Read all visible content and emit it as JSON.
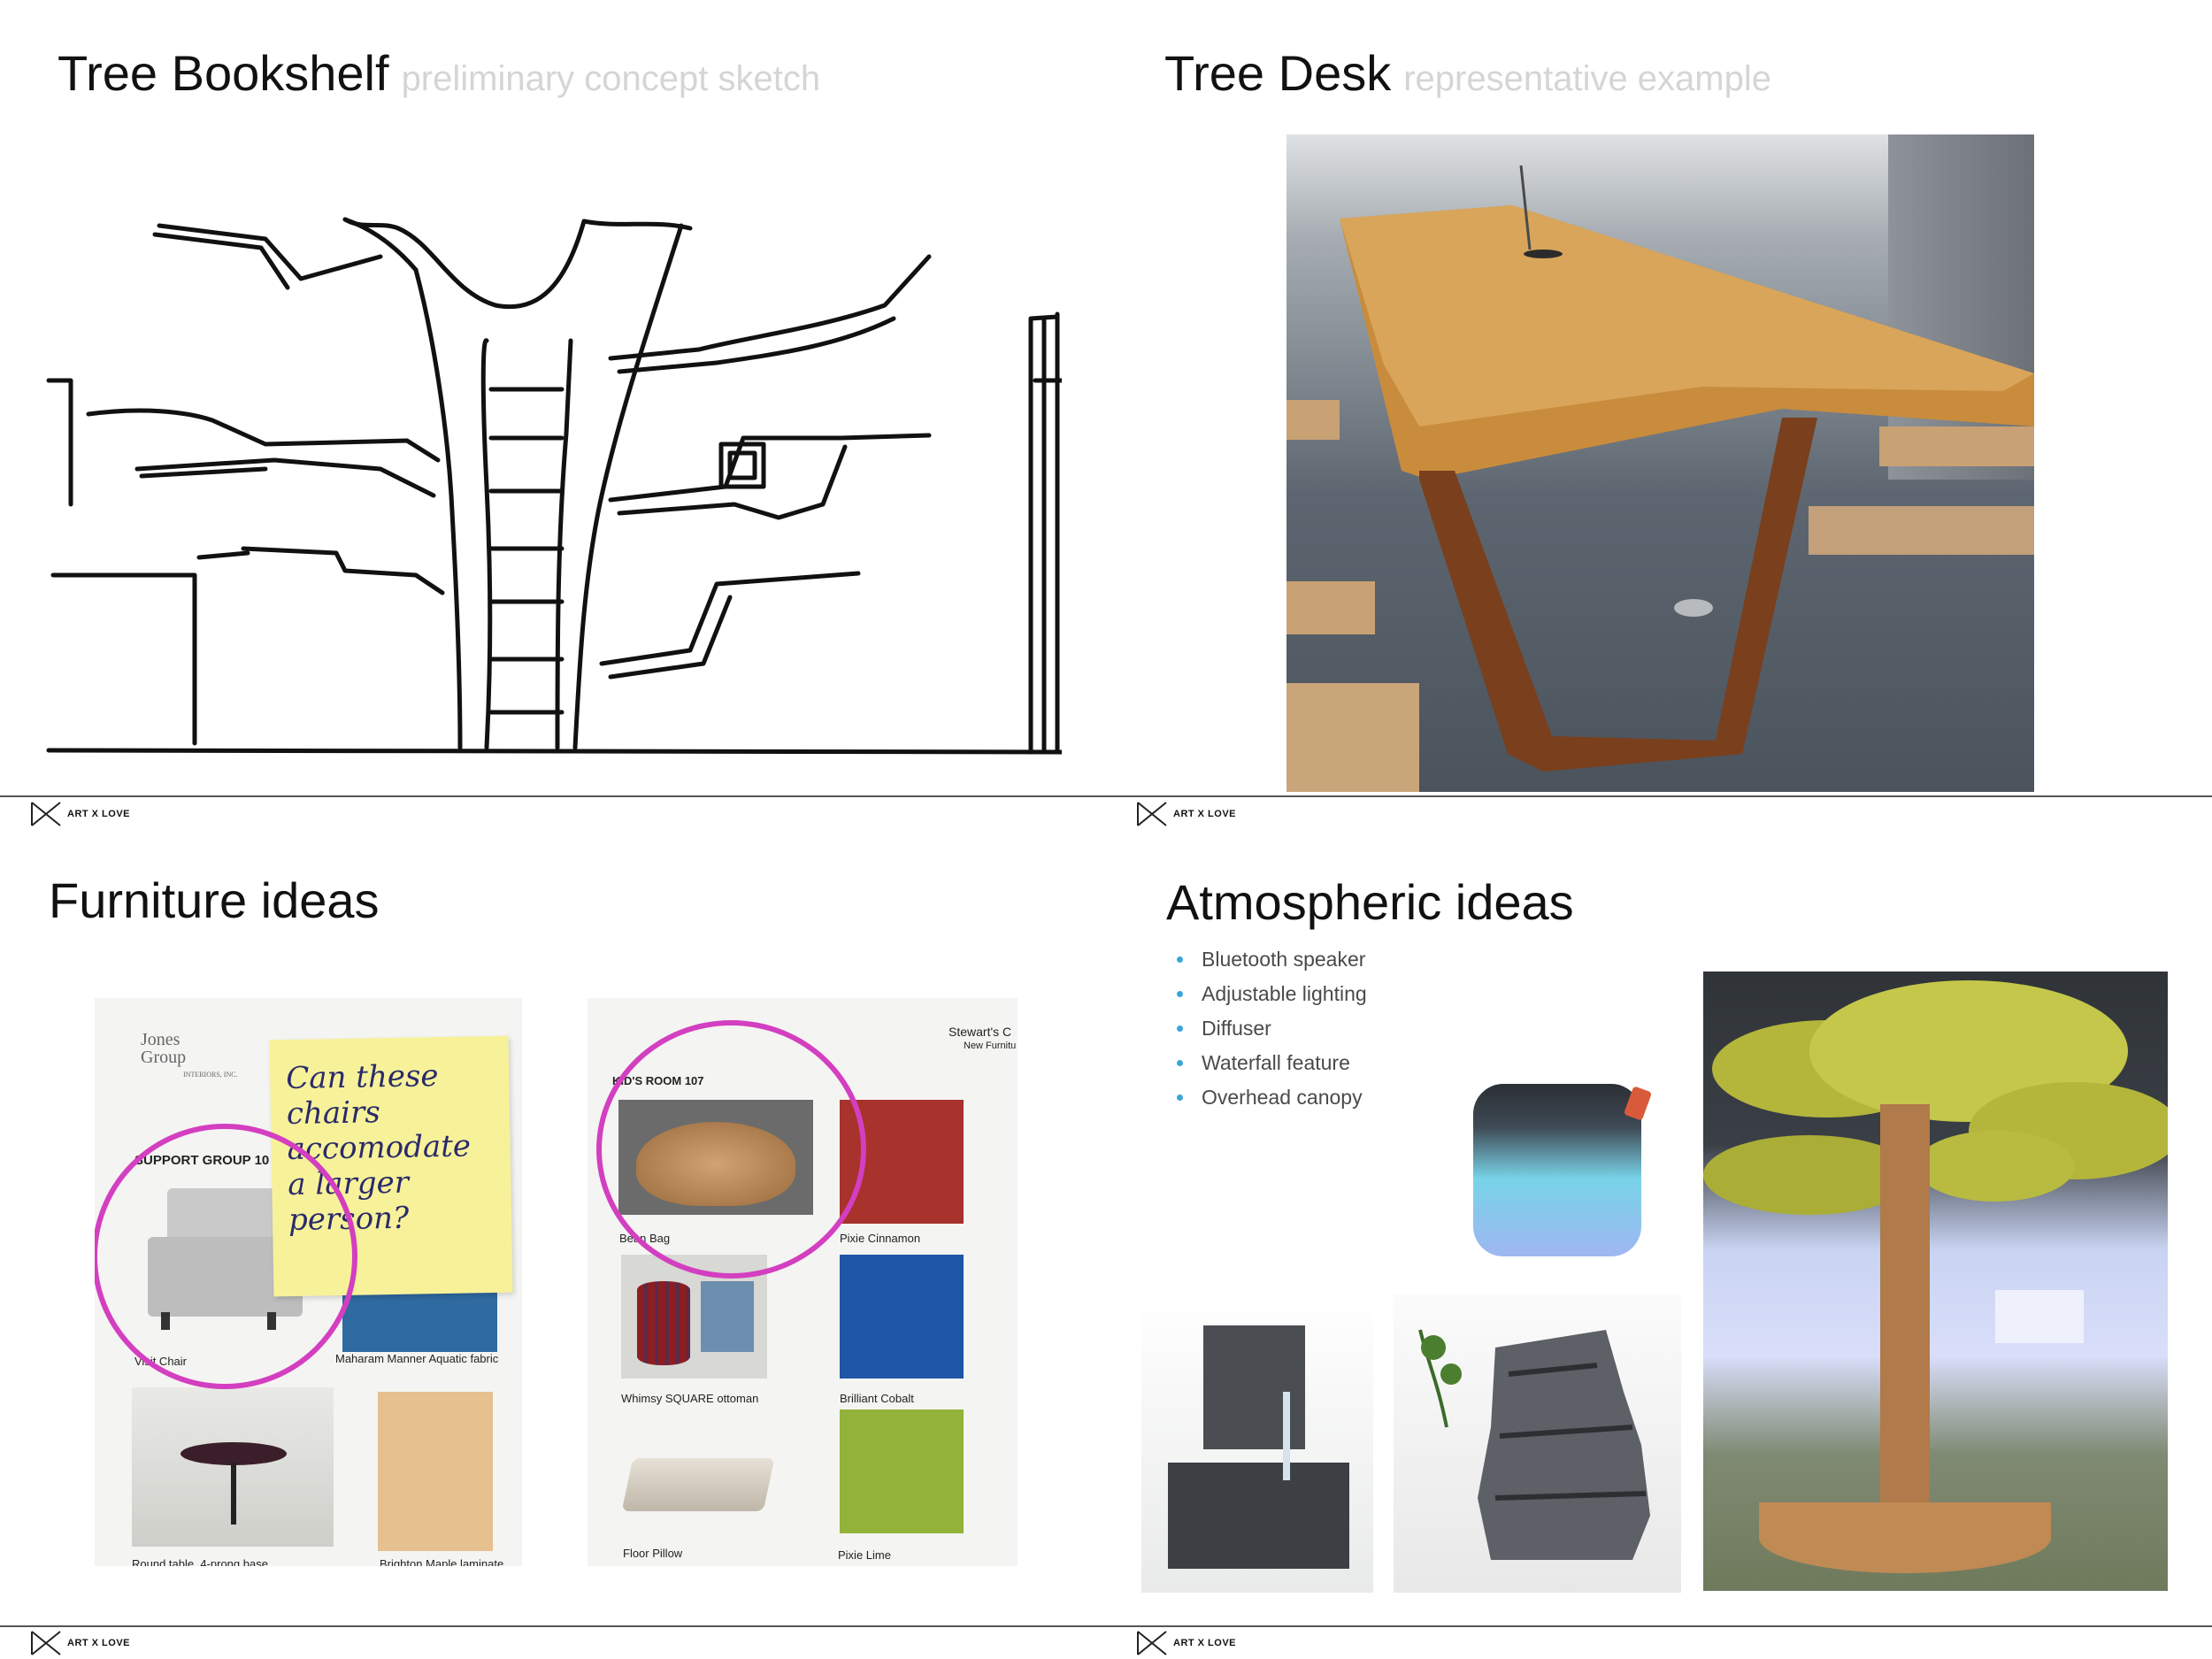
{
  "panels": {
    "tree_bookshelf": {
      "title": "Tree Bookshelf",
      "subtitle": "preliminary concept sketch"
    },
    "tree_desk": {
      "title": "Tree Desk",
      "subtitle": "representative example"
    },
    "furniture": {
      "title": "Furniture ideas",
      "sheet1": {
        "brand_line1": "Jones",
        "brand_line2": "Group",
        "brand_sub": "INTERIORS, INC.",
        "section": "SUPPORT GROUP 10",
        "sticky_note": "Can these chairs accomodate a larger person?",
        "visit_chair": "Visit Chair",
        "fabric": "Maharam Manner Aquatic fabric",
        "round_table": "Round table, 4-prong base",
        "laminate": "Brighton Maple laminate"
      },
      "sheet2": {
        "header_right1": "Stewart's C",
        "header_right2": "New Furnitu",
        "section": "KID'S ROOM 107",
        "bean_bag": "Bean Bag",
        "pixie_cinnamon": "Pixie Cinnamon",
        "whimsy": "Whimsy SQUARE ottoman",
        "brilliant_cobalt": "Brilliant Cobalt",
        "floor_pillow": "Floor Pillow",
        "pixie_lime": "Pixie Lime"
      }
    },
    "atmospheric": {
      "title": "Atmospheric ideas",
      "bullets": [
        "Bluetooth speaker",
        "Adjustable lighting",
        "Diffuser",
        "Waterfall feature",
        "Overhead canopy"
      ]
    }
  },
  "logo_text": "ART X LOVE",
  "colors": {
    "ring": "#d33fc0",
    "bullet": "#3aa6d8",
    "sticky": "#f7f29a",
    "aquatic": "#2f6aa0",
    "maple": "#e7c08f",
    "cinnamon": "#a8322c",
    "cobalt": "#1f56a5",
    "lime": "#93b23a"
  }
}
